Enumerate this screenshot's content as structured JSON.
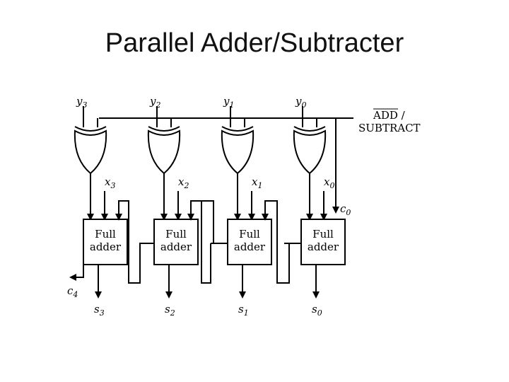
{
  "title": "Parallel Adder/Subtracter",
  "control": {
    "line1": "ADD /",
    "line2": "SUBTRACT"
  },
  "inputs_y": [
    {
      "var": "y",
      "sub": "3"
    },
    {
      "var": "y",
      "sub": "2"
    },
    {
      "var": "y",
      "sub": "1"
    },
    {
      "var": "y",
      "sub": "0"
    }
  ],
  "xor_outputs": [
    {
      "var": "x",
      "sub": "3"
    },
    {
      "var": "x",
      "sub": "2"
    },
    {
      "var": "x",
      "sub": "1"
    },
    {
      "var": "x",
      "sub": "0"
    }
  ],
  "adders": [
    {
      "line1": "Full",
      "line2": "adder"
    },
    {
      "line1": "Full",
      "line2": "adder"
    },
    {
      "line1": "Full",
      "line2": "adder"
    },
    {
      "line1": "Full",
      "line2": "adder"
    }
  ],
  "sums": [
    {
      "var": "s",
      "sub": "3"
    },
    {
      "var": "s",
      "sub": "2"
    },
    {
      "var": "s",
      "sub": "1"
    },
    {
      "var": "s",
      "sub": "0"
    }
  ],
  "carry_in": {
    "var": "c",
    "sub": "0"
  },
  "carry_out": {
    "var": "c",
    "sub": "4"
  }
}
